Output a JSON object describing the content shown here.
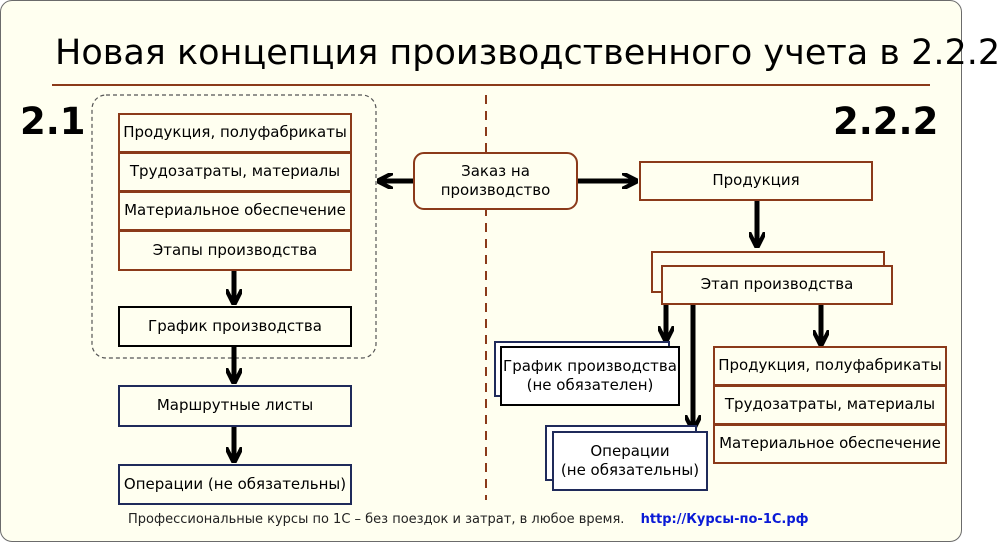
{
  "title": "Новая концепция производственного учета в 2.2.2",
  "version_left": "2.1",
  "version_right": "2.2.2",
  "left": {
    "group": [
      "Продукция, полуфабрикаты",
      "Трудозатраты, материалы",
      "Материальное обеспечение",
      "Этапы производства"
    ],
    "schedule": "График производства",
    "route_sheets": "Маршрутные листы",
    "operations": "Операции (не обязательны)"
  },
  "center": {
    "order_line1": "Заказ на",
    "order_line2": "производство"
  },
  "right": {
    "product": "Продукция",
    "stage": "Этап производства",
    "schedule_line1": "График производства",
    "schedule_line2": "(не обязателен)",
    "operations_line1": "Операции",
    "operations_line2": "(не обязательны)",
    "group": [
      "Продукция, полуфабрикаты",
      "Трудозатраты, материалы",
      "Материальное обеспечение"
    ]
  },
  "footer": {
    "text": "Профессиональные курсы по 1С – без поездок и затрат, в любое время.",
    "link": "http://Курсы-по-1С.рф"
  },
  "colors": {
    "background": "#fffff0",
    "brown": "#8b3a1a",
    "navy": "#1f2a5a",
    "link": "#0a1ad6"
  }
}
